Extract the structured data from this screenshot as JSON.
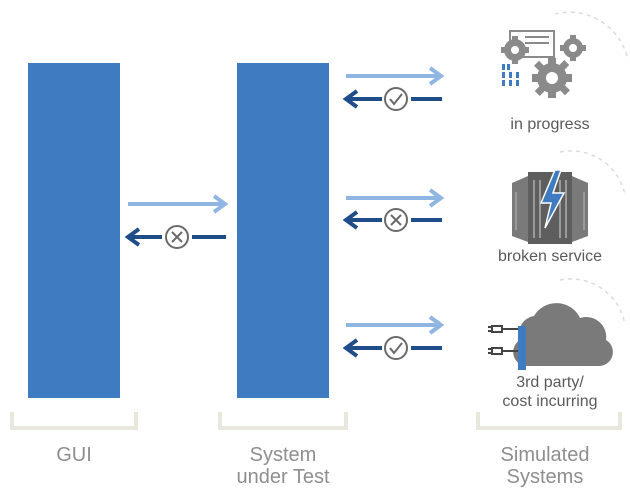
{
  "columns": [
    {
      "label": "GUI"
    },
    {
      "label": "System\nunder Test"
    },
    {
      "label": "Simulated\nSystems"
    }
  ],
  "services": [
    {
      "label": "in progress",
      "status": "ok",
      "icon": "gears-code-icon"
    },
    {
      "label": "broken service",
      "status": "fail",
      "icon": "server-lightning-icon"
    },
    {
      "label": "3rd party/\ncost incurring",
      "status": "ok",
      "icon": "cloud-plug-icon"
    }
  ],
  "gui_link": {
    "status": "fail"
  },
  "colors": {
    "bar": "#3f7bc1",
    "arrow_request": "#8fb6e2",
    "arrow_response": "#1f4d8a",
    "bracket": "#e9e6db",
    "status_circle": "#6a6a6a",
    "icon_gray": "#8a8a8a"
  }
}
